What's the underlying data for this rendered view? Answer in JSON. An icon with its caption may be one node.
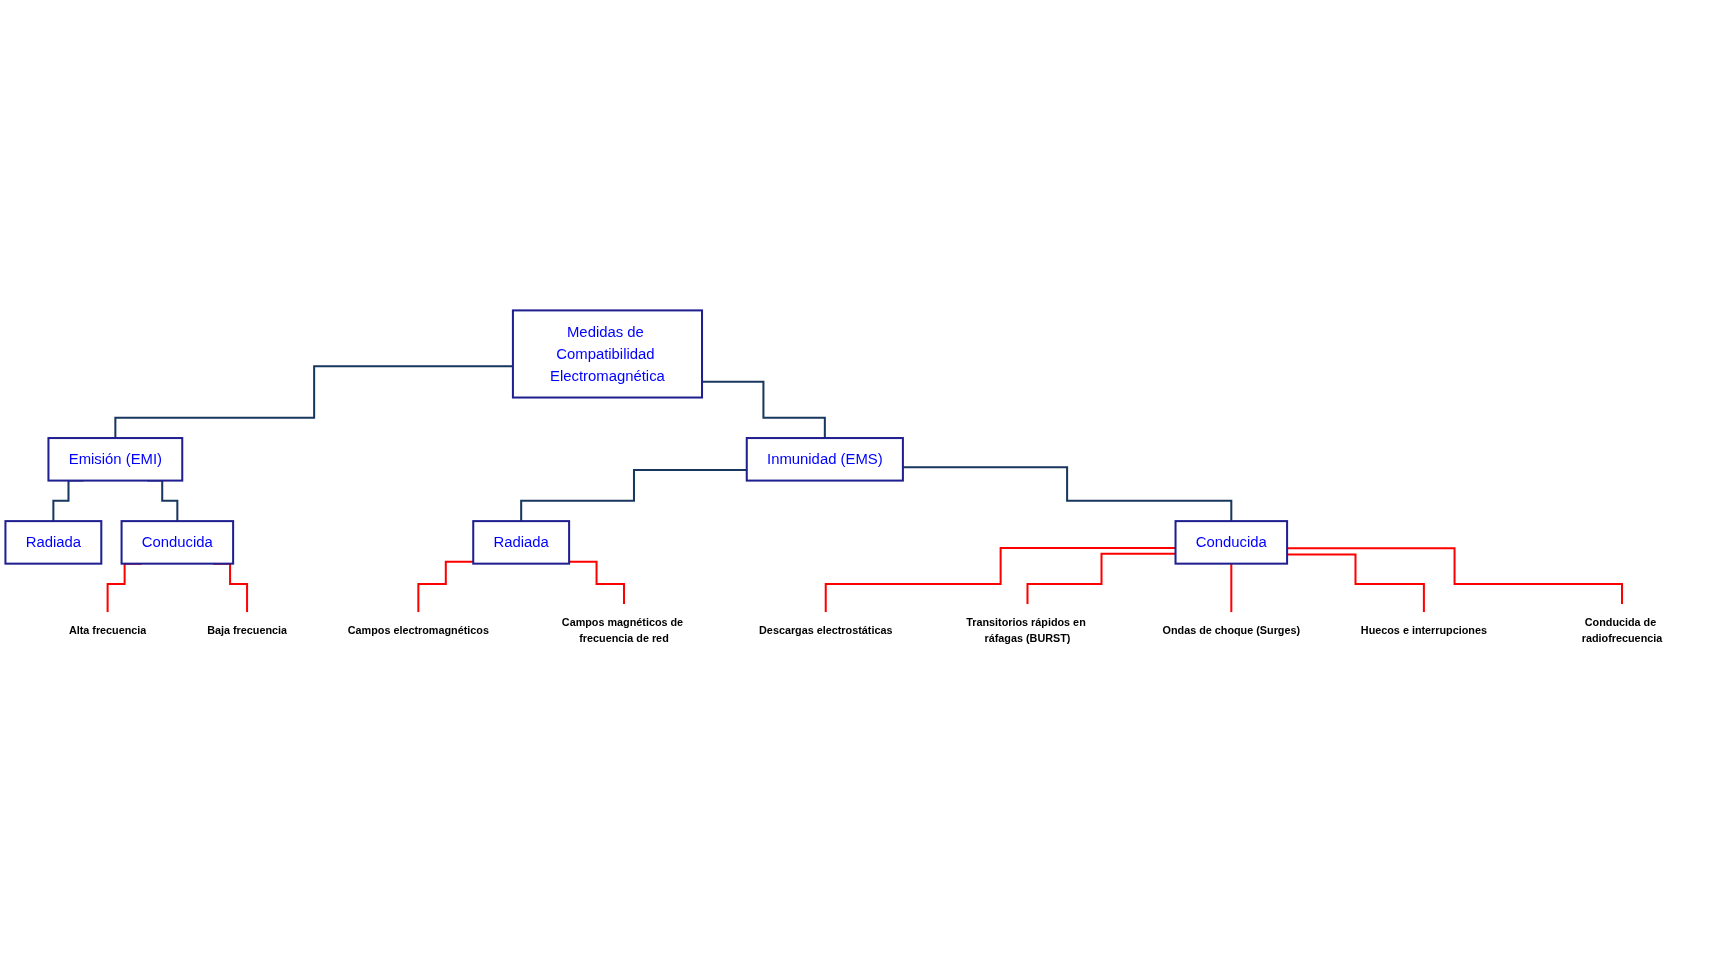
{
  "diagram": {
    "nodes": [
      {
        "text": [
          "Medidas de Compatibilidad Electromagnética"
        ]
      },
      {
        "text": [
          "Emisión (EMI)"
        ]
      },
      {
        "text": [
          "Inmunidad (EMS)"
        ]
      },
      {
        "text": [
          "Radiada"
        ]
      },
      {
        "text": [
          "Conducida"
        ]
      },
      {
        "text": [
          "Radiada"
        ]
      },
      {
        "text": [
          "Conducida"
        ]
      },
      {
        "text": [
          "Alta frecuencia"
        ]
      },
      {
        "text": [
          "Baja frecuencia"
        ]
      },
      {
        "text": [
          "Campos electromagnéticos"
        ]
      },
      {
        "text": [
          "Campos magnéticos de frecuencia de red"
        ]
      },
      {
        "text": [
          "Descargas electrostáticas"
        ]
      },
      {
        "text": [
          "Transitorios rápidos en ráfagas (BURST)"
        ]
      },
      {
        "text": [
          "Ondas de choque (Surges)"
        ]
      },
      {
        "text": [
          "Huecos e interrupciones"
        ]
      },
      {
        "text": [
          "Conducida de radiofrecuencia"
        ]
      }
    ],
    "edges": [
      {
        "from": 0,
        "to": 1,
        "arrow": "none",
        "color": "#17375e"
      },
      {
        "from": 0,
        "to": 2,
        "arrow": "none",
        "color": "#17375e"
      },
      {
        "from": 1,
        "to": 3,
        "arrow": "none",
        "color": "#17375e"
      },
      {
        "from": 1,
        "to": 4,
        "arrow": "none",
        "color": "#17375e"
      },
      {
        "from": 2,
        "to": 5,
        "arrow": "none",
        "color": "#17375e"
      },
      {
        "from": 2,
        "to": 6,
        "arrow": "none",
        "color": "#17375e"
      },
      {
        "from": 4,
        "to": 7,
        "arrow": "none"
      },
      {
        "from": 4,
        "to": 8,
        "arrow": "none"
      },
      {
        "from": 5,
        "to": 9,
        "arrow": "none"
      },
      {
        "from": 5,
        "to": 10,
        "arrow": "none"
      },
      {
        "from": 6,
        "to": 11,
        "arrow": "none"
      },
      {
        "from": 6,
        "to": 12,
        "arrow": "none"
      },
      {
        "from": 6,
        "to": 13,
        "arrow": "none"
      },
      {
        "from": 6,
        "to": 14,
        "arrow": "none"
      },
      {
        "from": 6,
        "to": 15,
        "arrow": "none"
      }
    ]
  }
}
